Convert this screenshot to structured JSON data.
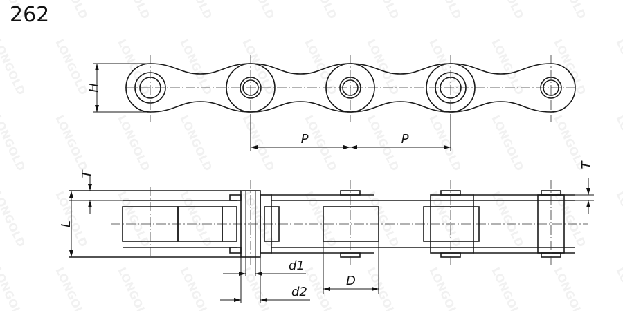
{
  "title": "262",
  "watermark": "LONGOLD",
  "labels": {
    "H": "H",
    "P1": "P",
    "P2": "P",
    "T_left": "T",
    "T_right": "T",
    "L": "L",
    "d1": "d1",
    "d2": "d2",
    "D": "D"
  }
}
